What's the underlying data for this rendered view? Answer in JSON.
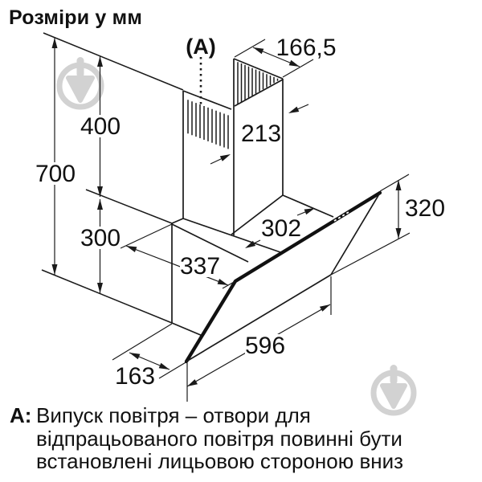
{
  "title": "Розміри у мм",
  "colors": {
    "line": "#1a1a1a",
    "thick_line": "#111111",
    "watermark": "#d2d2d2",
    "background": "#ffffff"
  },
  "diagram": {
    "labels": {
      "a_marker": "(A)",
      "chimney_top_depth": "166,5",
      "chimney_width": "213",
      "chimney_height": "400",
      "total_height": "700",
      "body_height": "300",
      "top_depth": "302",
      "body_depth": "337",
      "panel_right_height": "320",
      "hood_width": "596",
      "bottom_depth": "163"
    }
  },
  "footnote": {
    "marker": "A:",
    "lines": [
      "Випуск повітря – отвори для",
      "відпрацьованого повітря повинні бути",
      "встановлені лицьовою стороною вниз"
    ]
  }
}
